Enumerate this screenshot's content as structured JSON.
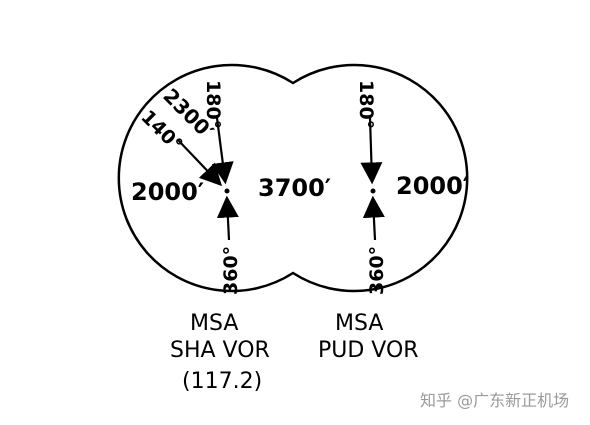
{
  "left_vor": {
    "msa_label": "MSA",
    "name": "SHA VOR",
    "frequency": "(117.2)",
    "inbound_top": "180°",
    "inbound_bottom": "360°",
    "sector_bearing": "140°",
    "sector_altitude": "2300′",
    "altitude_west": "2000′"
  },
  "center_altitude": "3700′",
  "right_vor": {
    "msa_label": "MSA",
    "name": "PUD VOR",
    "inbound_top": "180°",
    "inbound_bottom": "360°",
    "altitude_east": "2000′"
  },
  "watermark": "知乎 @广东新正机场"
}
